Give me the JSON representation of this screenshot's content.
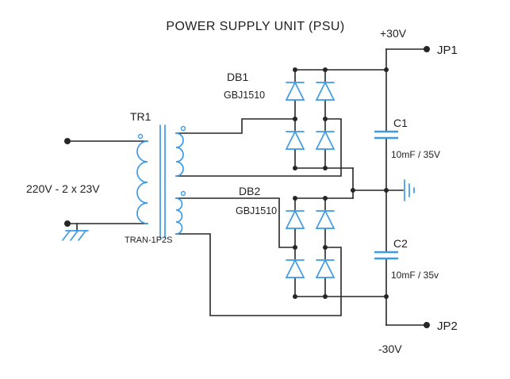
{
  "title": "POWER SUPPLY UNIT (PSU)",
  "colors": {
    "wire": "#262626",
    "component": "#3d9ae8",
    "text": "#1f1f1f",
    "background": "#ffffff"
  },
  "labels": {
    "input_voltage": "220V - 2 x 23V",
    "transformer_ref": "TR1",
    "transformer_model": "TRAN-1P2S",
    "bridge1_ref": "DB1",
    "bridge1_model": "GBJ1510",
    "bridge2_ref": "DB2",
    "bridge2_model": "GBJ1510",
    "cap1_ref": "C1",
    "cap1_value": "10mF / 35V",
    "cap2_ref": "C2",
    "cap2_value": "10mF / 35v",
    "rail_pos": "+30V",
    "rail_neg": "-30V",
    "terminal_pos": "JP1",
    "terminal_neg": "JP2"
  }
}
